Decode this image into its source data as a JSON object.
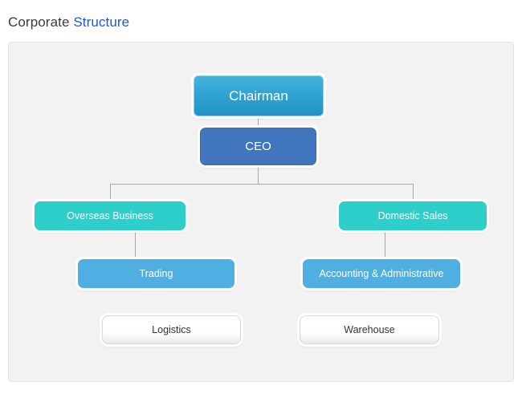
{
  "page": {
    "title_primary": "Corporate",
    "title_accent": "Structure"
  },
  "colors": {
    "page_background": "#ffffff",
    "panel_background": "#f2f2f2",
    "panel_border": "#e3e3e3",
    "title_primary": "#3b3b3b",
    "title_accent": "#2255dd",
    "connector_line": "#a8a8a8",
    "chairman_fill_top": "#43b4dd",
    "chairman_fill_bottom": "#1f93c4",
    "ceo_fill": "#4176be",
    "division_fill": "#2ecfcb",
    "department_fill": "#50afe2",
    "unit_fill": "#ffffff",
    "unit_text": "#333333",
    "node_text": "#ffffff"
  },
  "chart_data": {
    "type": "diagram",
    "diagram_kind": "organizational-chart",
    "title": "Corporate Structure",
    "orientation": "top-down",
    "levels": 4,
    "nodes": [
      {
        "id": "chairman",
        "label": "Chairman",
        "level": 1,
        "style": "chairman",
        "parent": null
      },
      {
        "id": "ceo",
        "label": "CEO",
        "level": 2,
        "style": "ceo",
        "parent": "chairman"
      },
      {
        "id": "overseas",
        "label": "Overseas Business",
        "level": 3,
        "style": "division",
        "parent": "ceo"
      },
      {
        "id": "domestic",
        "label": "Domestic Sales",
        "level": 3,
        "style": "division",
        "parent": "ceo"
      },
      {
        "id": "trading",
        "label": "Trading",
        "level": 4,
        "style": "department",
        "parent": "overseas"
      },
      {
        "id": "accounting",
        "label": "Accounting & Administrative",
        "level": 4,
        "style": "department",
        "parent": "domestic"
      },
      {
        "id": "logistics",
        "label": "Logistics",
        "level": 5,
        "style": "unit",
        "parent": null
      },
      {
        "id": "warehouse",
        "label": "Warehouse",
        "level": 5,
        "style": "unit",
        "parent": null
      }
    ],
    "edges": [
      {
        "from": "chairman",
        "to": "ceo"
      },
      {
        "from": "ceo",
        "to": "overseas"
      },
      {
        "from": "ceo",
        "to": "domestic"
      },
      {
        "from": "overseas",
        "to": "trading"
      },
      {
        "from": "domestic",
        "to": "accounting"
      }
    ]
  },
  "nodes": {
    "chairman": {
      "label": "Chairman"
    },
    "ceo": {
      "label": "CEO"
    },
    "overseas": {
      "label": "Overseas Business"
    },
    "domestic": {
      "label": "Domestic Sales"
    },
    "trading": {
      "label": "Trading"
    },
    "accounting": {
      "label": "Accounting & Administrative"
    },
    "logistics": {
      "label": "Logistics"
    },
    "warehouse": {
      "label": "Warehouse"
    }
  }
}
